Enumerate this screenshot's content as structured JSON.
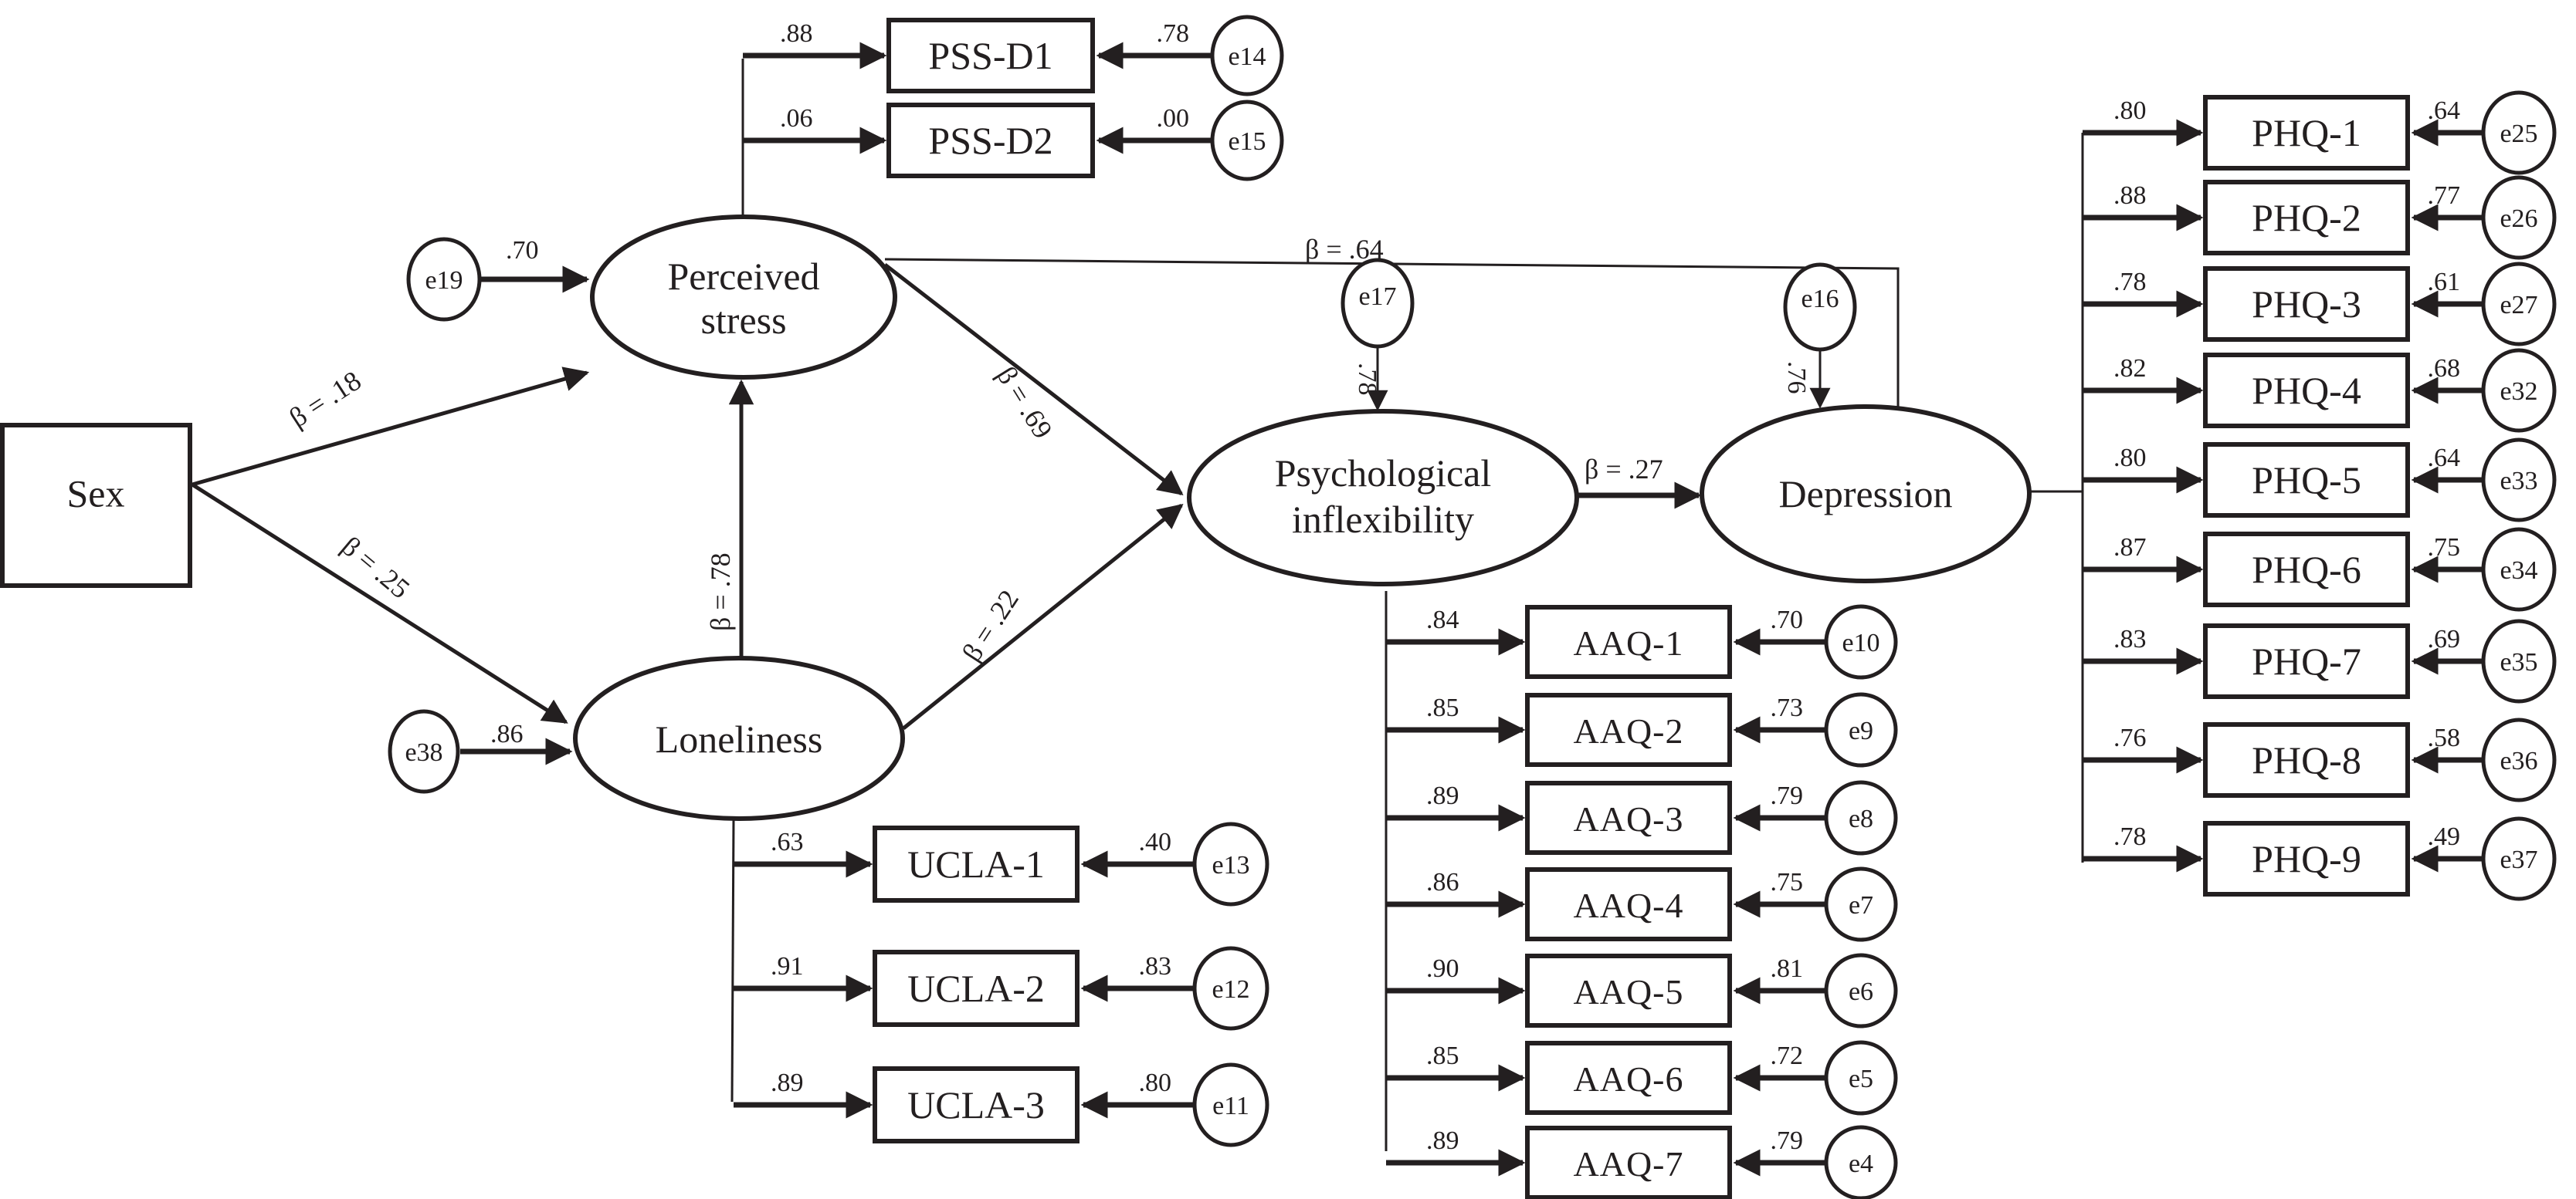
{
  "figure": {
    "type": "structural-equation-model",
    "exogenous": {
      "label": "Sex"
    },
    "latents": {
      "perceived_stress": {
        "line1": "Perceived",
        "line2": "stress",
        "error": "e19",
        "error_loading": ".70"
      },
      "loneliness": {
        "label": "Loneliness",
        "error": "e38",
        "error_loading": ".86"
      },
      "psych_inflex": {
        "line1": "Psychological",
        "line2": "inflexibility",
        "error": "e17",
        "error_loading": ".78"
      },
      "depression": {
        "label": "Depression",
        "error": "e16",
        "error_loading": ".76"
      }
    },
    "paths": {
      "sex_to_stress": "β = .18",
      "sex_to_loneliness": "β = .25",
      "loneliness_to_stress": "β = .78",
      "stress_to_inflex": "β = .69",
      "loneliness_to_inflex": "β = .22",
      "stress_to_depression": "β = .64",
      "inflex_to_depression": "β = .27"
    },
    "indicators": {
      "pss": [
        {
          "label": "PSS-D1",
          "loading": ".88",
          "error": "e14",
          "error_value": ".78"
        },
        {
          "label": "PSS-D2",
          "loading": ".06",
          "error": "e15",
          "error_value": ".00"
        }
      ],
      "ucla": [
        {
          "label": "UCLA-1",
          "loading": ".63",
          "error": "e13",
          "error_value": ".40"
        },
        {
          "label": "UCLA-2",
          "loading": ".91",
          "error": "e12",
          "error_value": ".83"
        },
        {
          "label": "UCLA-3",
          "loading": ".89",
          "error": "e11",
          "error_value": ".80"
        }
      ],
      "aaq": [
        {
          "label": "AAQ-1",
          "loading": ".84",
          "error": "e10",
          "error_value": ".70"
        },
        {
          "label": "AAQ-2",
          "loading": ".85",
          "error": "e9",
          "error_value": ".73"
        },
        {
          "label": "AAQ-3",
          "loading": ".89",
          "error": "e8",
          "error_value": ".79"
        },
        {
          "label": "AAQ-4",
          "loading": ".86",
          "error": "e7",
          "error_value": ".75"
        },
        {
          "label": "AAQ-5",
          "loading": ".90",
          "error": "e6",
          "error_value": ".81"
        },
        {
          "label": "AAQ-6",
          "loading": ".85",
          "error": "e5",
          "error_value": ".72"
        },
        {
          "label": "AAQ-7",
          "loading": ".89",
          "error": "e4",
          "error_value": ".79"
        }
      ],
      "phq": [
        {
          "label": "PHQ-1",
          "loading": ".80",
          "error": "e25",
          "error_value": ".64"
        },
        {
          "label": "PHQ-2",
          "loading": ".88",
          "error": "e26",
          "error_value": ".77"
        },
        {
          "label": "PHQ-3",
          "loading": ".78",
          "error": "e27",
          "error_value": ".61"
        },
        {
          "label": "PHQ-4",
          "loading": ".82",
          "error": "e32",
          "error_value": ".68"
        },
        {
          "label": "PHQ-5",
          "loading": ".80",
          "error": "e33",
          "error_value": ".64"
        },
        {
          "label": "PHQ-6",
          "loading": ".87",
          "error": "e34",
          "error_value": ".75"
        },
        {
          "label": "PHQ-7",
          "loading": ".83",
          "error": "e35",
          "error_value": ".69"
        },
        {
          "label": "PHQ-8",
          "loading": ".76",
          "error": "e36",
          "error_value": ".58"
        },
        {
          "label": "PHQ-9",
          "loading": ".78",
          "error": "e37",
          "error_value": ".49"
        }
      ]
    }
  }
}
